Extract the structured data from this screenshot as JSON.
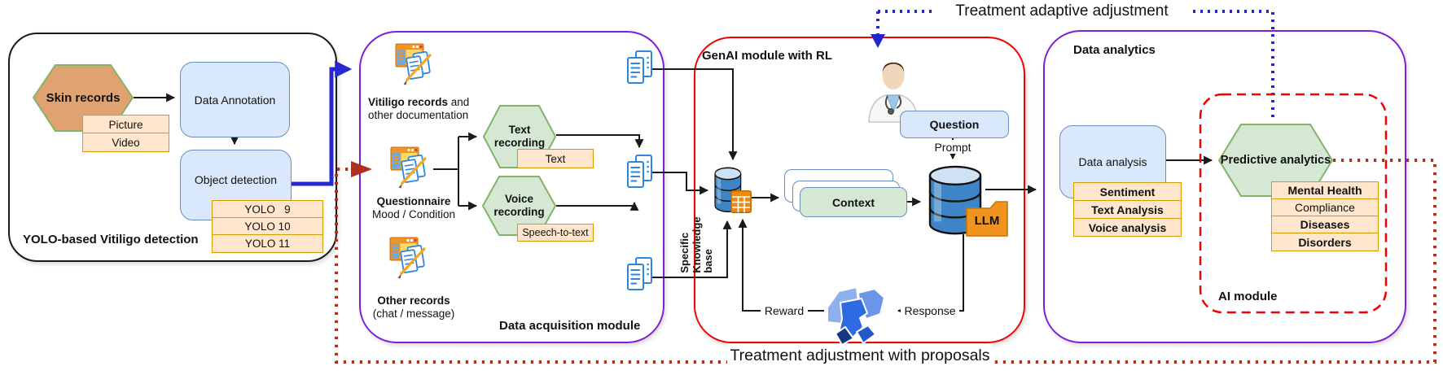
{
  "figure": {
    "top_flow_label": "Treatment adaptive adjustment",
    "bottom_flow_label": "Treatment adjustment with proposals"
  },
  "yolo_panel": {
    "label": "YOLO-based Vitiligo detection",
    "skin_records": "Skin records",
    "media_tags": [
      "Picture",
      "Video"
    ],
    "data_annotation": "Data Annotation",
    "object_detection": "Object detection",
    "yolo_versions": [
      "YOLO   9",
      "YOLO 10",
      "YOLO 11"
    ]
  },
  "acquisition_panel": {
    "label": "Data acquisition module",
    "vitiligo_records_bold": "Vitiligo records",
    "vitiligo_records_suffix": " and",
    "vitiligo_records_line2": "other documentation",
    "questionnaire_title": "Questionnaire",
    "questionnaire_subtitle": "Mood / Condition",
    "other_records_title": "Other records",
    "other_records_subtitle": "(chat / message)",
    "text_recording": "Text\nrecording",
    "text_tag": "Text",
    "voice_recording": "Voice\nrecording",
    "speech_tag": "Speech-to-text"
  },
  "genai_panel": {
    "label": "GenAI module with RL",
    "question": "Question",
    "prompt": "Prompt",
    "context": "Context",
    "knowledge_base": "Specific\nKnowledge\nbase",
    "llm": "LLM",
    "reward": "Reward",
    "response": "Response"
  },
  "analytics_panel": {
    "label": "Data analytics",
    "data_analysis": "Data analysis",
    "analysis_tags": [
      "Sentiment",
      "Text Analysis",
      "Voice analysis"
    ],
    "predictive_analytics": "Predictive analytics",
    "predictive_tags": [
      "Mental Health",
      "Compliance",
      "Diseases",
      "Disorders"
    ],
    "ai_module_label": "AI module"
  },
  "icons": [
    "app-records-icon",
    "documents-icon",
    "database-icon",
    "table-icon",
    "folder-icon",
    "doctor-icon",
    "conversation-faces-icon"
  ],
  "colors": {
    "orange_fill": "#ffe6cc",
    "orange_border": "#d79b00",
    "blue_fill": "#dae8fc",
    "blue_border": "#6c8ebf",
    "green_fill": "#d5e8d4",
    "green_border": "#82b366",
    "skin_fill": "#e0a271",
    "panel_purple": "#7d1fd8",
    "panel_red": "#f50000",
    "panel_black": "#1a1a1a",
    "flow_blue_dotted": "#2525cc",
    "flow_red_dotted": "#b03020",
    "thick_arrow_blue": "#2828d0",
    "line_black": "#1a1a1a"
  }
}
